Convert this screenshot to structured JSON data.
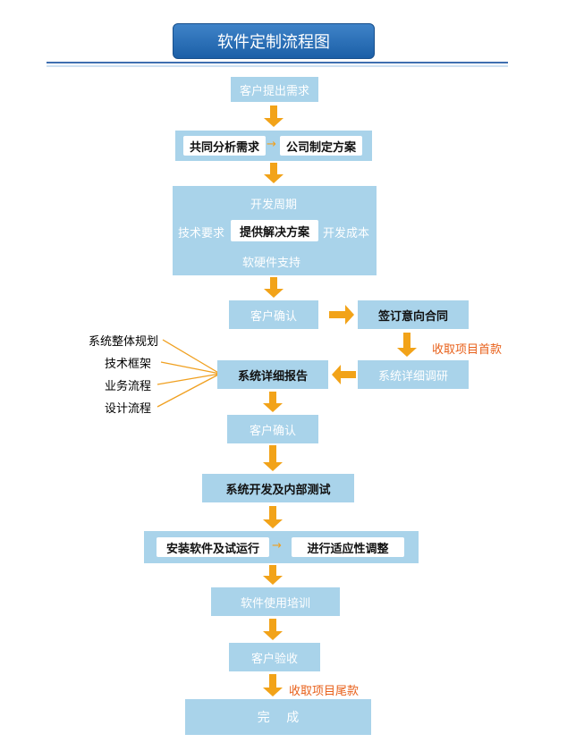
{
  "title": "软件定制流程图",
  "colors": {
    "accent_orange": "#f2a319",
    "box_blue": "#a9d3ea",
    "title_blue": "#2a6db5",
    "note_orange": "#e8601a"
  },
  "steps": {
    "customer_request": "客户提出需求",
    "joint_analysis": "共同分析需求",
    "company_plan": "公司制定方案",
    "dev_cycle": "开发周期",
    "tech_requirements": "技术要求",
    "solution": "提供解决方案",
    "dev_cost": "开发成本",
    "hw_sw_support": "软硬件支持",
    "customer_confirm_1": "客户确认",
    "sign_intent": "签订意向合同",
    "first_payment": "收取项目首款",
    "detailed_research": "系统详细调研",
    "detailed_report": "系统详细报告",
    "customer_confirm_2": "客户确认",
    "dev_and_test": "系统开发及内部测试",
    "install_trial": "安装软件及试运行",
    "adjust": "进行适应性调整",
    "training": "软件使用培训",
    "acceptance": "客户验收",
    "final_payment": "收取项目尾款",
    "done": "完　 成"
  },
  "report_items": [
    "系统整体规划",
    "技术框架",
    "业务流程",
    "设计流程"
  ],
  "arrow_glyph": "→"
}
